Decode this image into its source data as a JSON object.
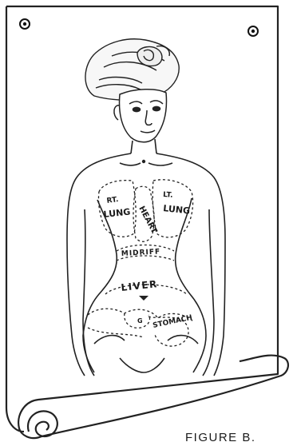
{
  "figure": {
    "caption": "FIGURE B.",
    "labels": {
      "rt": "RT.",
      "rt_lung": "LUNG",
      "lt": "LT.",
      "lt_lung": "LUNG",
      "heart": "HEART",
      "midriff": "MIDRIFF",
      "liver": "LIVER",
      "stomach": "STOMACH",
      "g": "G"
    }
  }
}
